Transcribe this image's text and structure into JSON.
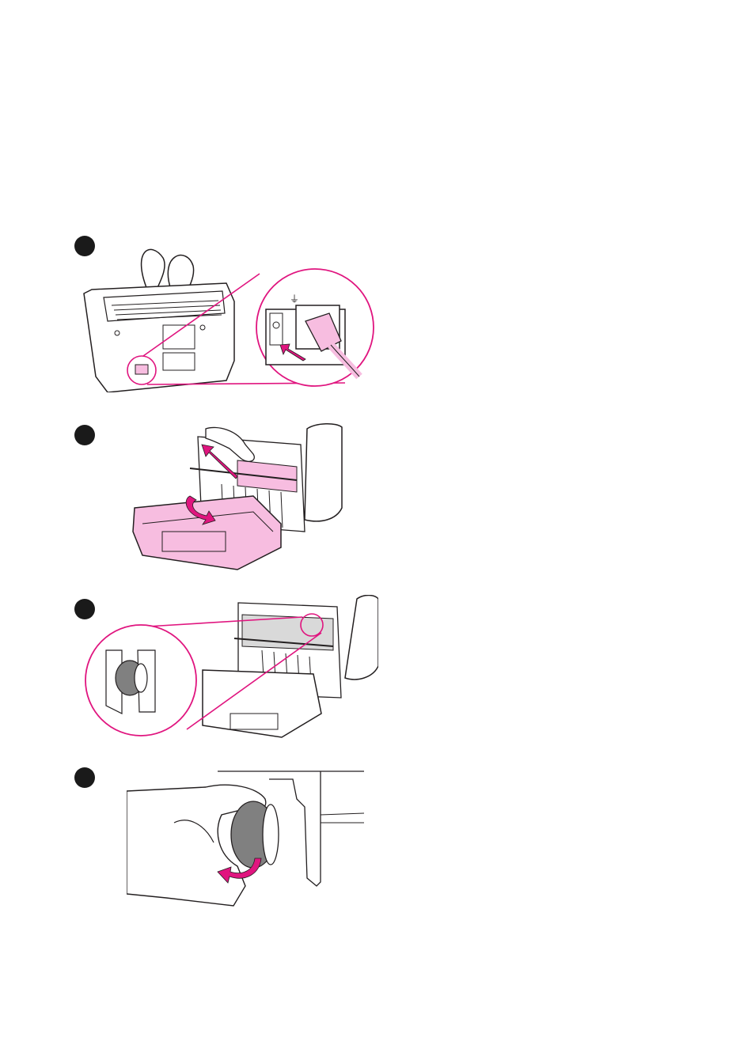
{
  "colors": {
    "accent": "#e0157f",
    "pink_fill": "#f7bde0",
    "line": "#231f20",
    "gray_fill": "#d9d9d9",
    "roller": "#808080"
  },
  "steps": [
    {
      "illustration": "printer-rear-power-cord"
    },
    {
      "illustration": "printer-door-open"
    },
    {
      "illustration": "pickup-roller-location"
    },
    {
      "illustration": "hand-removing-roller"
    }
  ]
}
